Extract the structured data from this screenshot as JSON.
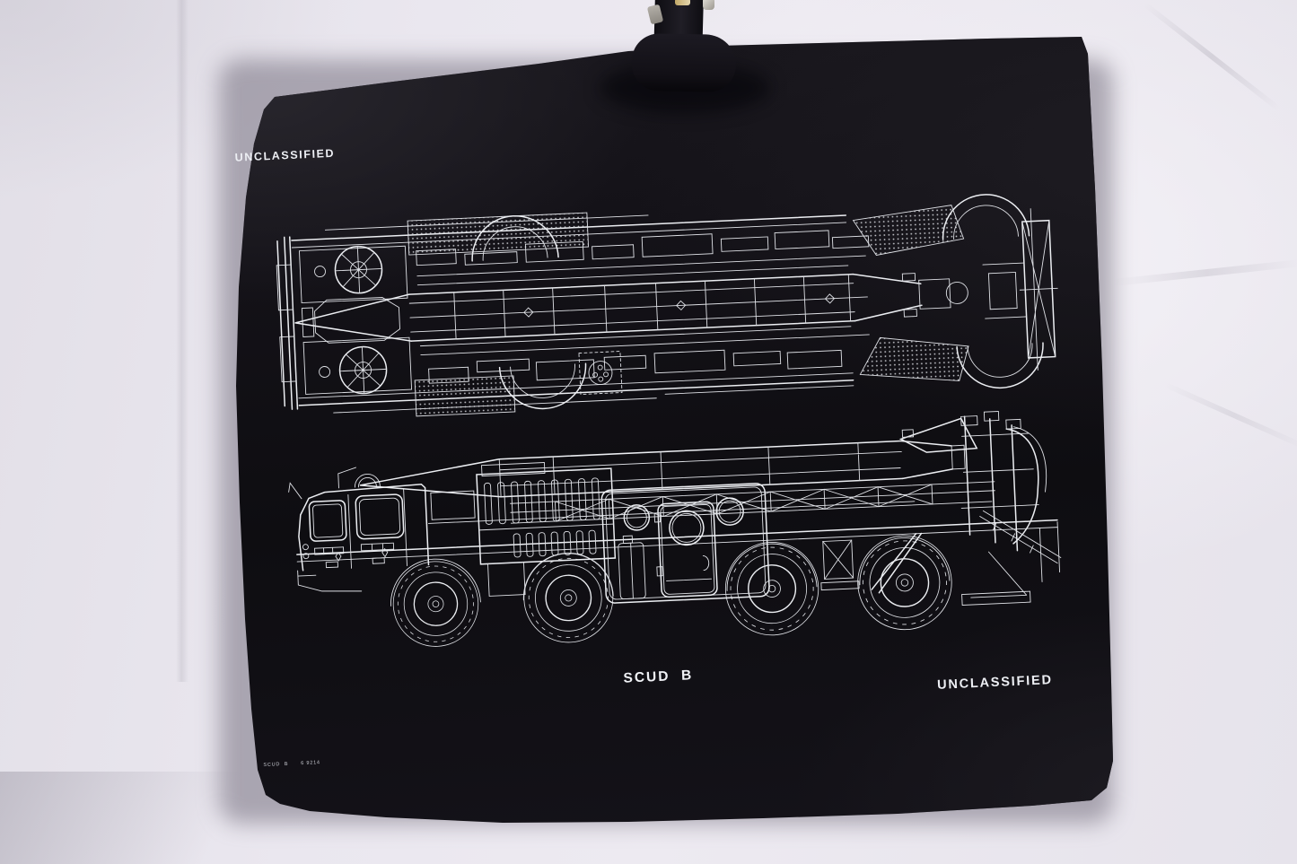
{
  "photo": {
    "paper_color": "#e9e6ee",
    "poster_color": "#121016",
    "line_color": "#e2e4e9",
    "shadow_color": "#b9b5bf",
    "clip_color": "#17151c"
  },
  "poster": {
    "classification_top": "UNCLASSIFIED",
    "classification_bottom": "UNCLASSIFIED",
    "title": "SCUD  B",
    "plate_code": "SCUD  B      6 9214"
  }
}
